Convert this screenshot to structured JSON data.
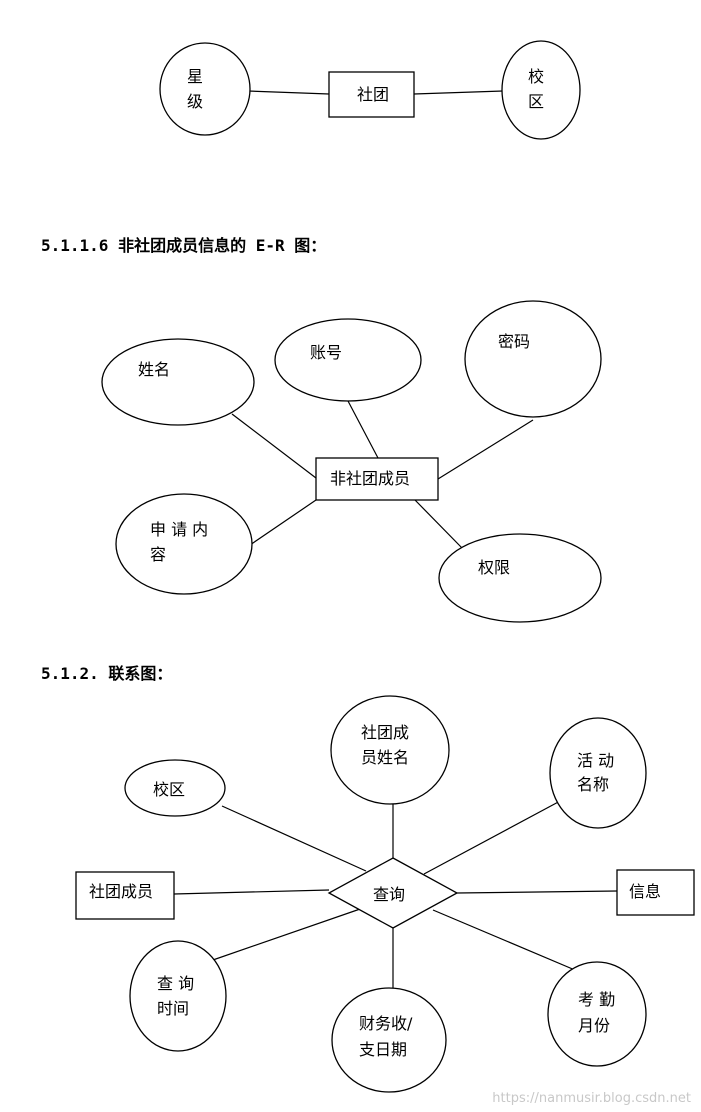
{
  "headings": {
    "section_5116": "5.1.1.6 非社团成员信息的 E-R 图：",
    "section_512": "5.1.2. 联系图："
  },
  "diagram1": {
    "entity": "社团",
    "attr_left": [
      "星",
      "级"
    ],
    "attr_right": [
      "校",
      "区"
    ]
  },
  "diagram2": {
    "entity": "非社团成员",
    "attr_name": "姓名",
    "attr_account": "账号",
    "attr_password": "密码",
    "attr_apply": [
      "申 请 内",
      "容"
    ],
    "attr_permission": "权限"
  },
  "diagram3": {
    "relationship": "查询",
    "entity_left": "社团成员",
    "entity_right": "信息",
    "attr_campus": "校区",
    "attr_member_name": [
      "社团成",
      "员姓名"
    ],
    "attr_activity": [
      "活 动",
      "名称"
    ],
    "attr_query_time": [
      "查 询",
      "时间"
    ],
    "attr_finance": [
      "财务收/",
      "支日期"
    ],
    "attr_attendance": [
      "考 勤",
      "月份"
    ]
  },
  "watermark": "https://nanmusir.blog.csdn.net"
}
